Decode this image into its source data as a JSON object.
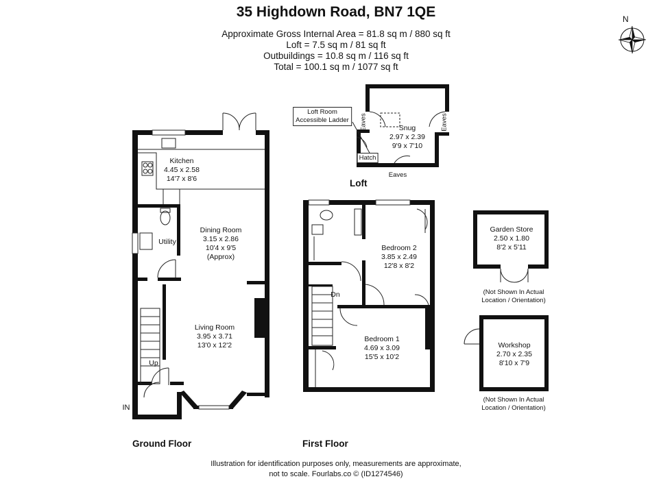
{
  "header": {
    "title": "35 Highdown Road, BN7 1QE",
    "area_lines": [
      "Approximate Gross Internal Area = 81.8 sq m / 880 sq ft",
      "Loft = 7.5 sq m / 81 sq ft",
      "Outbuildings = 10.8 sq m / 116 sq ft",
      "Total = 100.1 sq m / 1077 sq ft"
    ]
  },
  "compass": {
    "north_label": "N"
  },
  "floors": {
    "ground": "Ground Floor",
    "first": "First Floor",
    "loft": "Loft"
  },
  "rooms": {
    "kitchen": {
      "name": "Kitchen",
      "metric": "4.45 x 2.58",
      "imperial": "14'7 x 8'6"
    },
    "dining": {
      "name": "Dining Room",
      "metric": "3.15 x 2.86",
      "imperial": "10'4 x 9'5",
      "note": "(Approx)"
    },
    "utility": {
      "name": "Utility"
    },
    "living": {
      "name": "Living Room",
      "metric": "3.95 x 3.71",
      "imperial": "13'0 x 12'2"
    },
    "bedroom2": {
      "name": "Bedroom 2",
      "metric": "3.85 x 2.49",
      "imperial": "12'8 x 8'2"
    },
    "bedroom1": {
      "name": "Bedroom 1",
      "metric": "4.69 x 3.09",
      "imperial": "15'5 x 10'2"
    },
    "snug": {
      "name": "Snug",
      "metric": "2.97 x 2.39",
      "imperial": "9'9 x 7'10"
    },
    "garden_store": {
      "name": "Garden Store",
      "metric": "2.50 x 1.80",
      "imperial": "8'2 x 5'11"
    },
    "workshop": {
      "name": "Workshop",
      "metric": "2.70 x 2.35",
      "imperial": "8'10 x 7'9"
    }
  },
  "labels": {
    "up": "Up",
    "dn": "Dn",
    "in": "IN",
    "hatch": "Hatch",
    "eaves": "Eaves",
    "loft_access": [
      "Loft Room",
      "Accessible Ladder"
    ],
    "not_shown": [
      "(Not Shown In Actual",
      "Location / Orientation)"
    ]
  },
  "footer": {
    "line1": "Illustration for identification purposes only, measurements are approximate,",
    "line2": "not to scale. Fourlabs.co © (ID1274546)"
  }
}
